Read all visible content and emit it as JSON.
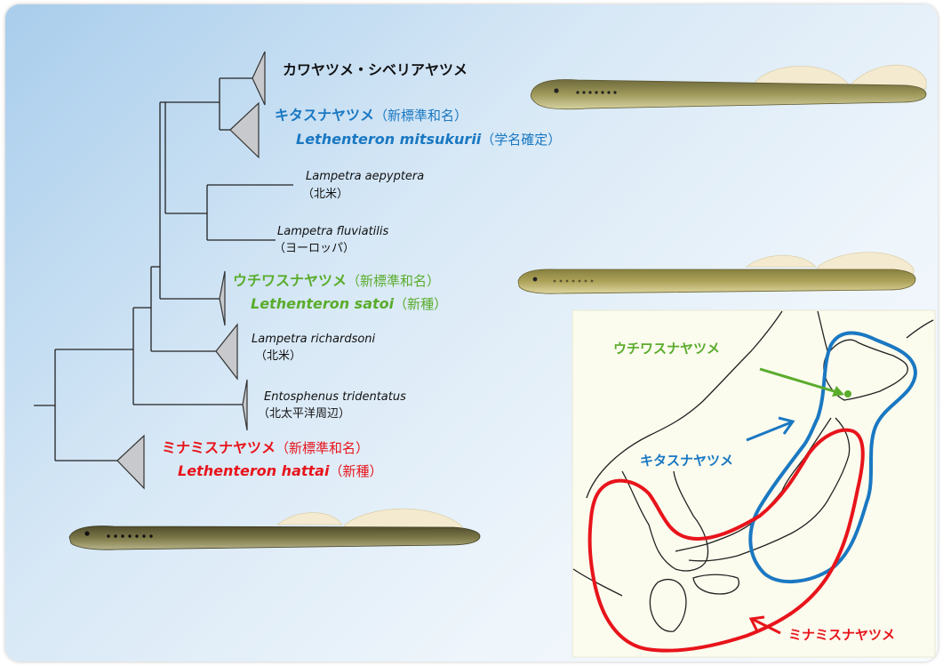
{
  "colors": {
    "blue": "#1a78c2",
    "green": "#5aac2c",
    "red": "#e8141b",
    "black": "#111111",
    "clade_fill": "#c7c9cc",
    "map_bg": "#fbfbee"
  },
  "tree": {
    "taxa": [
      {
        "id": "kawayatsume",
        "line1": "カワヤツメ・シベリアヤツメ",
        "line2": "",
        "style": "black-bold"
      },
      {
        "id": "kitasuna",
        "line1": "キタスナヤツメ",
        "line1_suffix": "（新標準和名）",
        "line2": "Lethenteron mitsukurii",
        "line2_suffix": "（学名確定）",
        "style": "blue"
      },
      {
        "id": "aepyptera",
        "line1": "Lampetra aepyptera",
        "line2": "（北米）",
        "style": "plain"
      },
      {
        "id": "fluviatilis",
        "line1": "Lampetra fluviatilis",
        "line2": "（ヨーロッパ）",
        "style": "plain"
      },
      {
        "id": "uchiwa",
        "line1": "ウチワスナヤツメ",
        "line1_suffix": "（新標準和名）",
        "line2": "Lethenteron satoi",
        "line2_suffix": "（新種）",
        "style": "green"
      },
      {
        "id": "richardsoni",
        "line1": "Lampetra richardsoni",
        "line2": "（北米）",
        "style": "plain"
      },
      {
        "id": "tridentatus",
        "line1": "Entosphenus tridentatus",
        "line2": "（北太平洋周辺）",
        "style": "plain"
      },
      {
        "id": "minami",
        "line1": "ミナミスナヤツメ",
        "line1_suffix": "（新標準和名）",
        "line2": "Lethenteron hattai",
        "line2_suffix": "（新種）",
        "style": "red"
      }
    ]
  },
  "map": {
    "label_uchiwa": "ウチワスナヤツメ",
    "label_kita": "キタスナヤツメ",
    "label_minami": "ミナミスナヤツメ"
  }
}
